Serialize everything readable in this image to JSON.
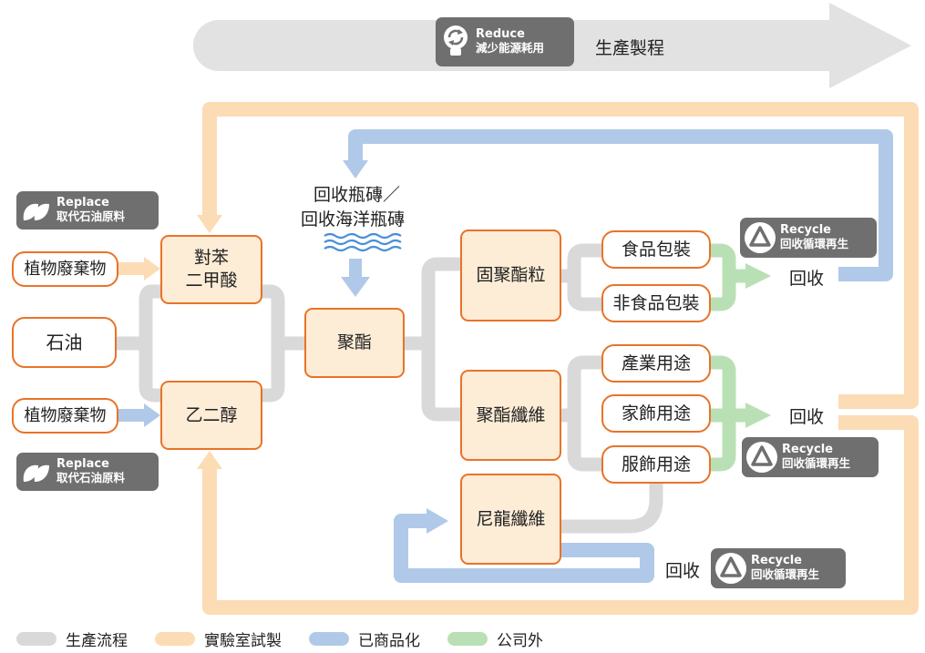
{
  "process_label": "生產製程",
  "reduce": {
    "en": "Reduce",
    "zh": "減少能源耗用"
  },
  "replace": {
    "en": "Replace",
    "zh": "取代石油原料"
  },
  "recycle": {
    "en": "Recycle",
    "zh": "回收循環再生"
  },
  "recovered_source": {
    "line1": "回收瓶磚／",
    "line2": "回收海洋瓶磚"
  },
  "nodes": {
    "plant_waste": "植物廢棄物",
    "petroleum": "石油",
    "pta": "對苯\n二甲酸",
    "meg": "乙二醇",
    "polyester": "聚酯",
    "chip": "固聚酯粒",
    "fiber": "聚酯纖維",
    "nylon": "尼龍纖維",
    "food_pack": "食品包裝",
    "nonfood_pack": "非食品包裝",
    "industrial": "產業用途",
    "home": "家飾用途",
    "apparel": "服飾用途"
  },
  "recycle_label": "回收",
  "legend": [
    {
      "label": "生產流程",
      "color": "#d9d9d9"
    },
    {
      "label": "實驗室試製",
      "color": "#fbdcb4"
    },
    {
      "label": "已商品化",
      "color": "#b1c9e8"
    },
    {
      "label": "公司外",
      "color": "#b9e0b4"
    }
  ],
  "colors": {
    "process": "#d9d9d9",
    "lab": "#fbdcb4",
    "commercial": "#b1c9e8",
    "external": "#b9e0b4",
    "node_border": "#e8732a",
    "badge": "#6f6f6f"
  }
}
